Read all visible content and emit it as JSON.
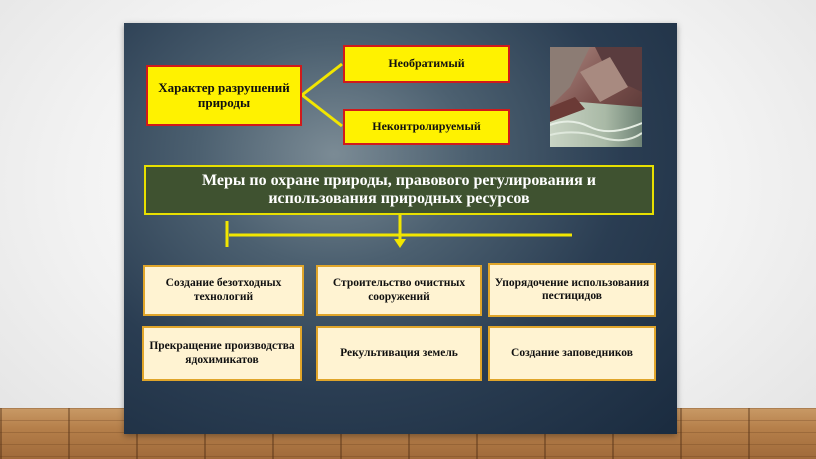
{
  "nature_destruction": {
    "label": "Характер разрушений природы",
    "types": [
      "Необратимый",
      "Неконтролируемый"
    ]
  },
  "measures": {
    "title": "Меры по охране природы, правового регулирования и использования природных ресурсов",
    "items": [
      "Создание безотходных технологий",
      "Строительство очистных сооружений",
      "Упорядочение использования пестицидов",
      "Прекращение производства ядохимикатов",
      "Рекультивация земель",
      "Создание заповедников"
    ]
  },
  "colors": {
    "slide_bg": "#2a3d52",
    "yellow": "#fff200",
    "red_border": "#d11a1a",
    "title_bg": "#3f5230",
    "item_bg": "#fff3d2",
    "item_border": "#e0a52a",
    "connector": "#f2e600"
  },
  "icons": [
    "river-photo"
  ]
}
